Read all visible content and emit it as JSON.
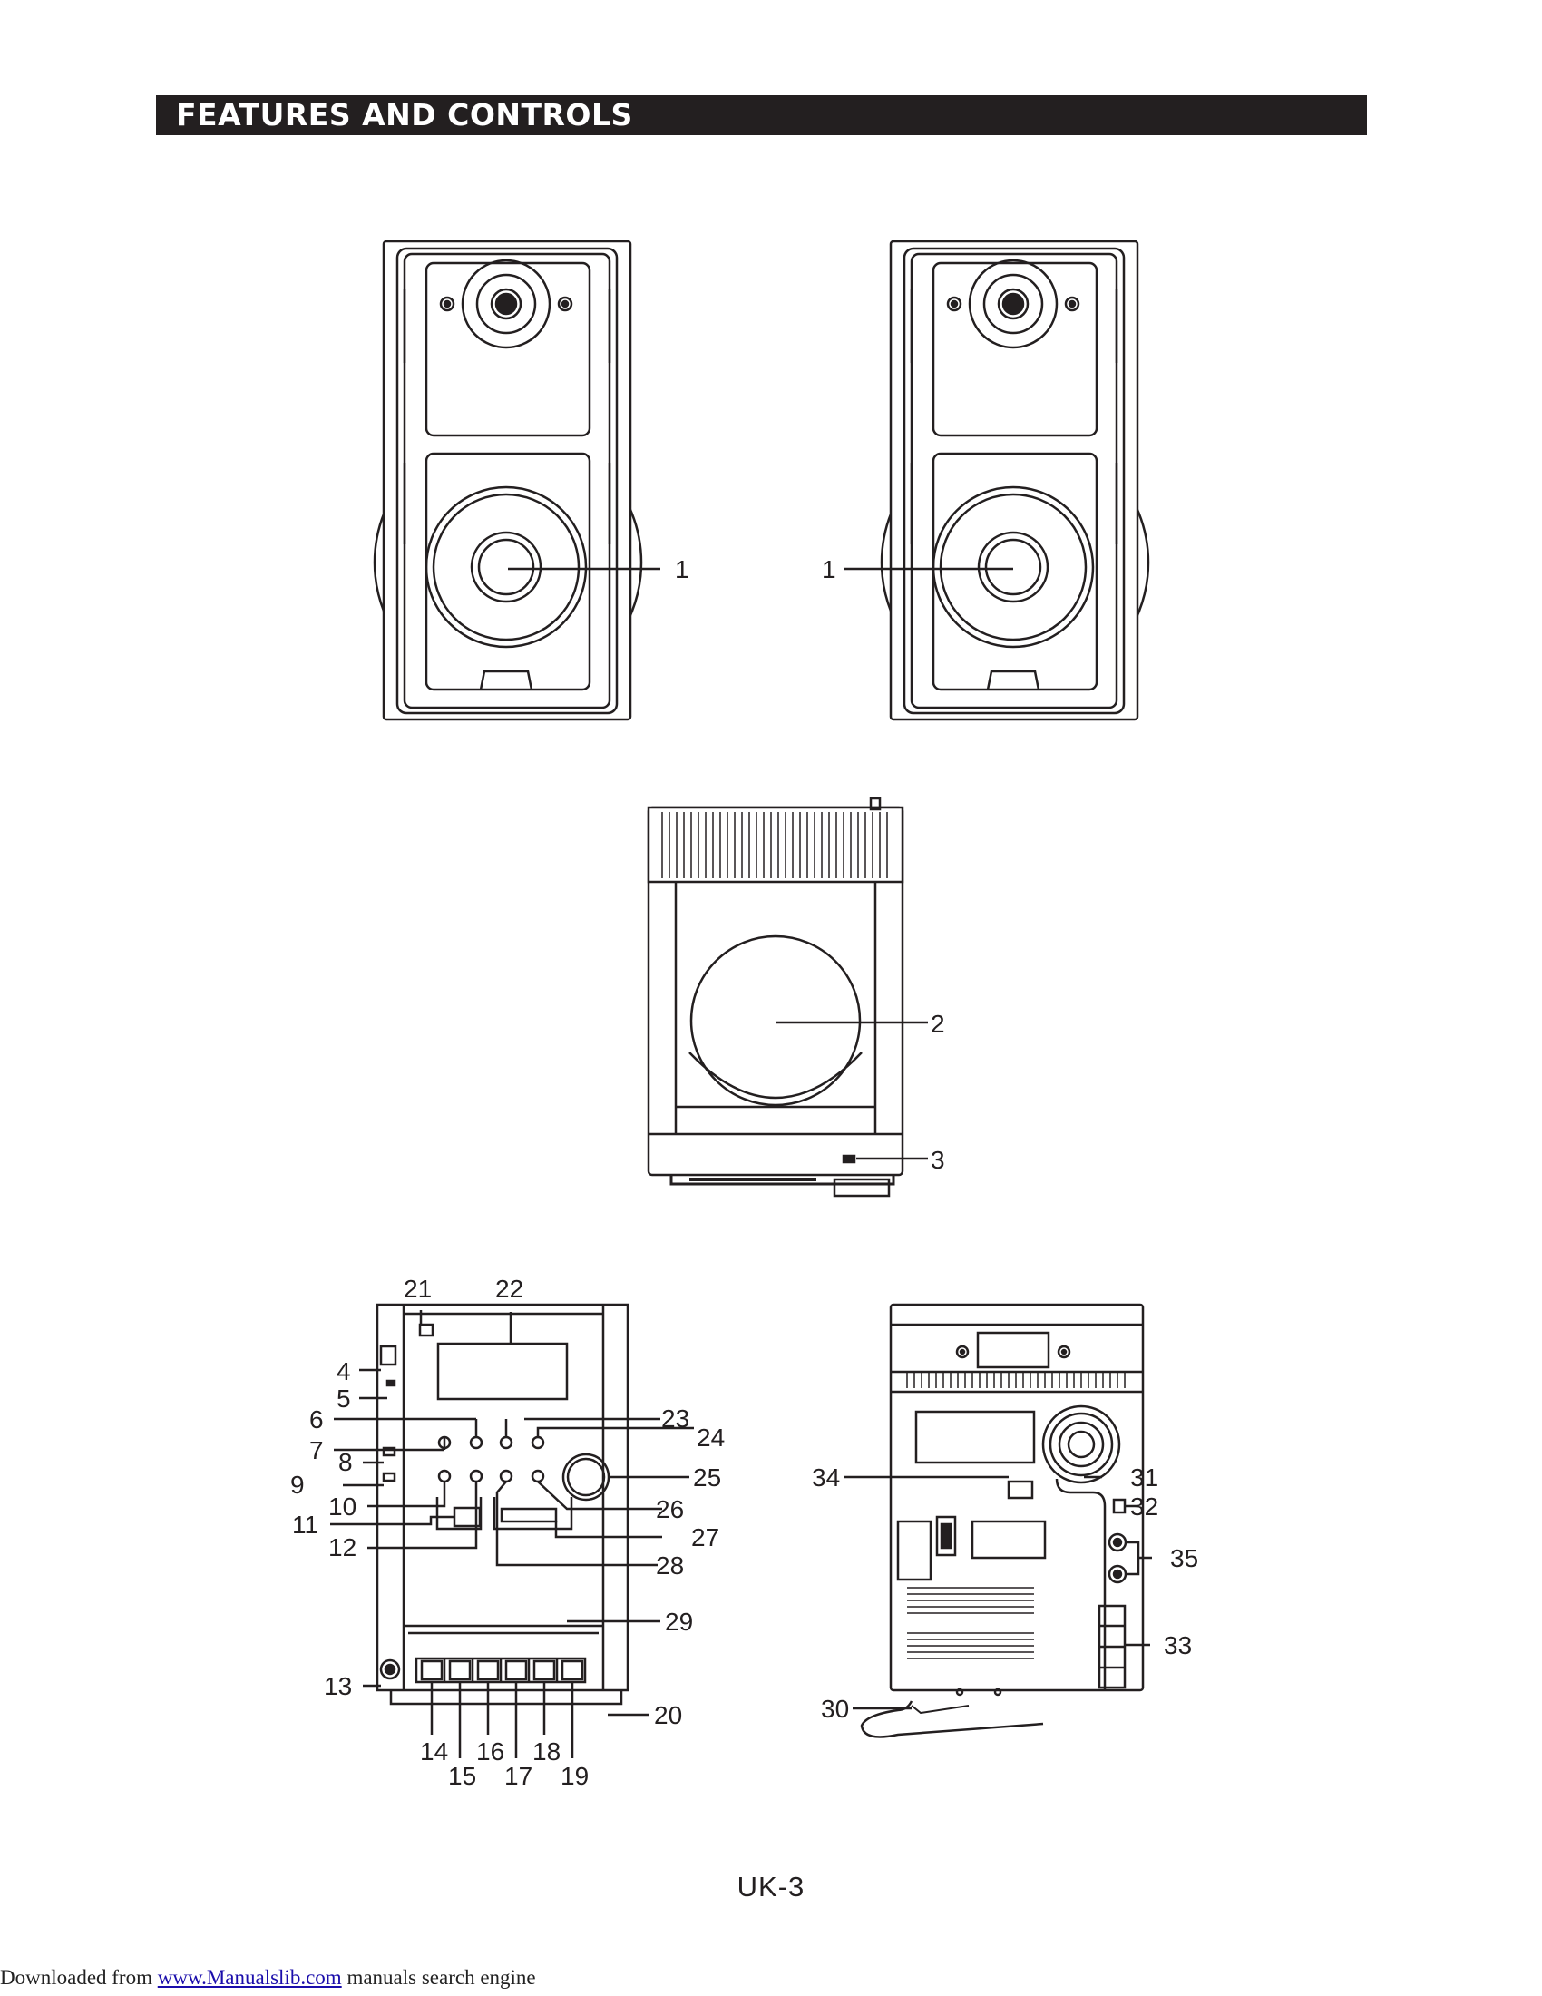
{
  "header": {
    "title": "FEATURES AND CONTROLS"
  },
  "callouts": {
    "c1_left": "1",
    "c1_right": "1",
    "c2": "2",
    "c3": "3",
    "c4": "4",
    "c5": "5",
    "c6": "6",
    "c7": "7",
    "c8": "8",
    "c9": "9",
    "c10": "10",
    "c11": "11",
    "c12": "12",
    "c13": "13",
    "c14": "14",
    "c15": "15",
    "c16": "16",
    "c17": "17",
    "c18": "18",
    "c19": "19",
    "c20": "20",
    "c21": "21",
    "c22": "22",
    "c23": "23",
    "c24": "24",
    "c25": "25",
    "c26": "26",
    "c27": "27",
    "c28": "28",
    "c29": "29",
    "c30": "30",
    "c31": "31",
    "c32": "32",
    "c33": "33",
    "c34": "34",
    "c35": "35"
  },
  "page_number": "UK-3",
  "footer": {
    "prefix": "Downloaded from ",
    "link_text": "www.Manualslib.com",
    "suffix": "  manuals search engine"
  }
}
